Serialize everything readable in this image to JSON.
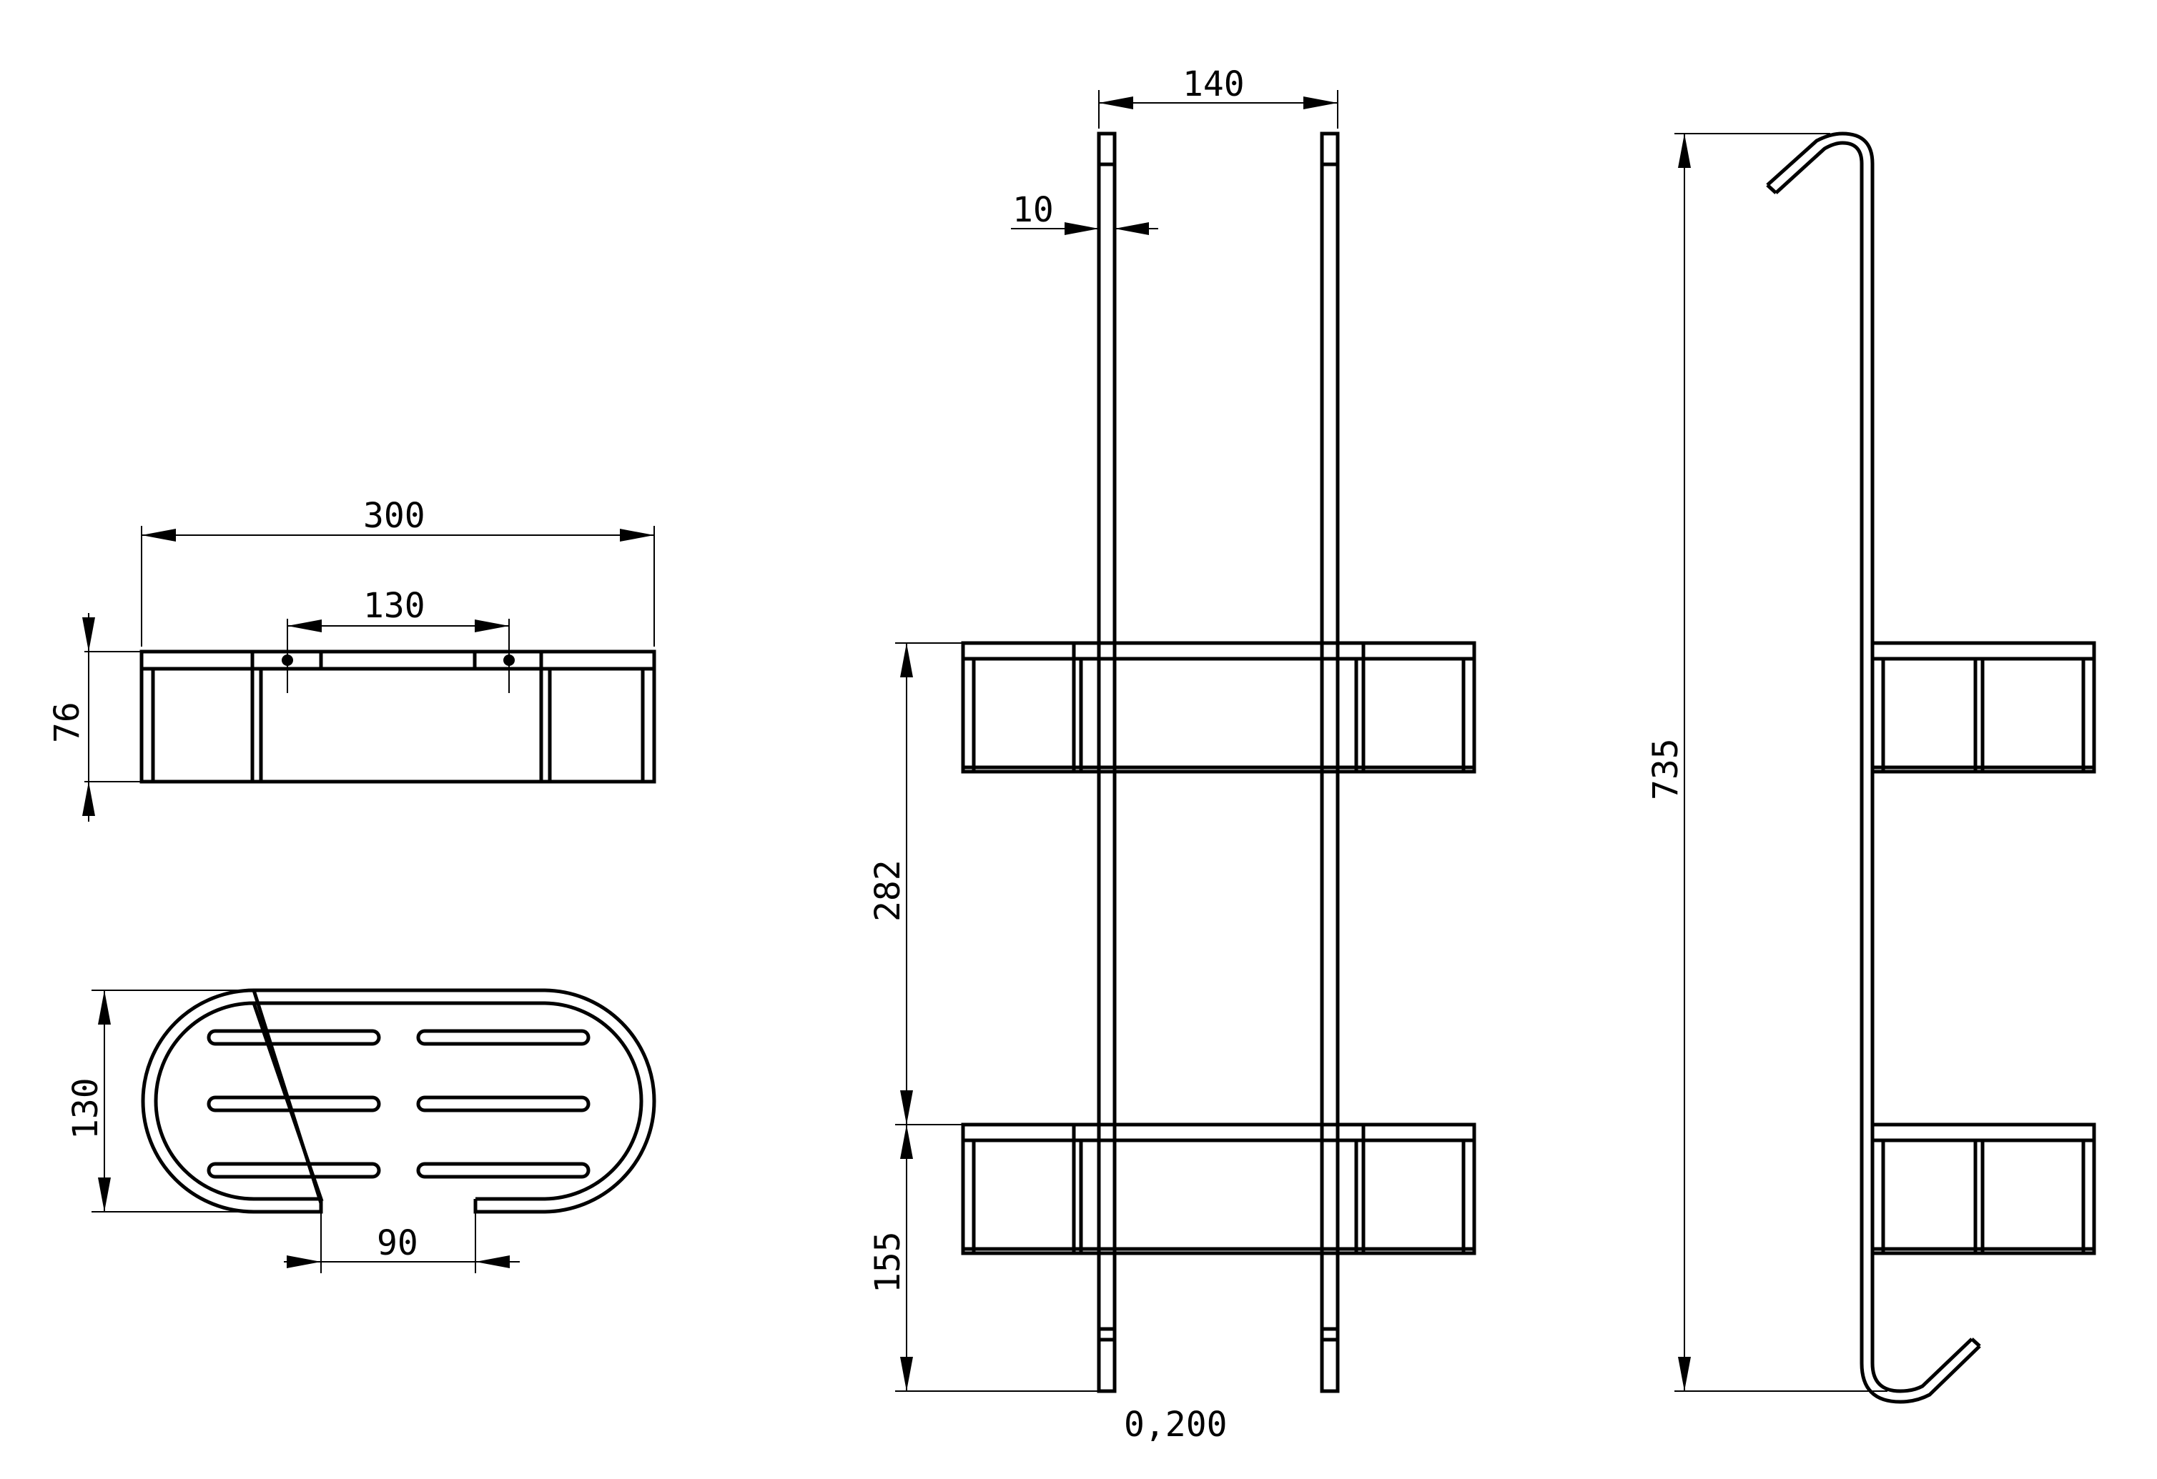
{
  "dimensions": {
    "top_view_width": "300",
    "top_view_hole_spacing": "130",
    "top_view_height": "76",
    "plan_view_depth": "130",
    "plan_view_opening": "90",
    "front_view_rail_spacing": "140",
    "front_view_rail_width": "10",
    "front_view_basket_spacing": "282",
    "front_view_bottom_offset": "155",
    "front_view_thickness": "0,200",
    "side_view_total_height": "735"
  }
}
